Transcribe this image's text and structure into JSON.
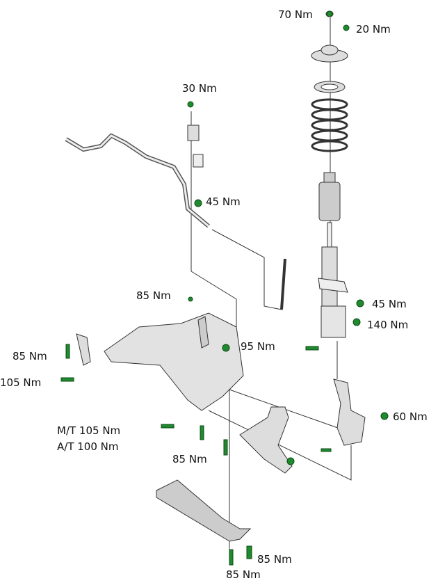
{
  "title": "Front suspension exploded view with tightening torques",
  "colors": {
    "bolt": "#1f8a2e",
    "part": "#d9d9d9",
    "outline": "#333333"
  },
  "labels": {
    "strut_top_nut": "70 Nm",
    "mount_nuts": "20 Nm",
    "stabilizer_bracket": "30 Nm",
    "stabilizer_link_upper": "45 Nm",
    "subframe_bracket": "85 Nm",
    "stabilizer_link_lower": "45 Nm",
    "strut_knuckle": "140 Nm",
    "rear_mount": "95 Nm",
    "engine_mount_85": "85 Nm",
    "engine_mount_105": "105 Nm",
    "ball_joint": "60 Nm",
    "mt_torque": "M/T 105 Nm",
    "at_torque": "A/T 100 Nm",
    "subframe_front": "85 Nm",
    "brace_rear": "85 Nm",
    "brace_bottom": "85 Nm"
  }
}
